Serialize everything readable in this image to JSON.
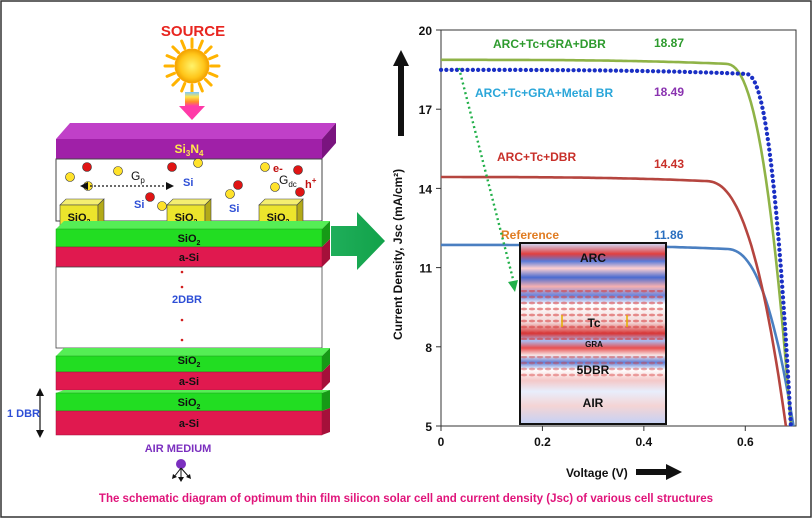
{
  "schematic": {
    "source_label": "SOURCE",
    "top_layer_main": "Si",
    "top_layer_sub": "3",
    "top_layer_main2": "N",
    "top_layer_sub2": "4",
    "gp_main": "G",
    "gp_sub": "p",
    "gdc_main": "G",
    "gdc_sub": "dc",
    "si_label": "Si",
    "electron_label": "e-",
    "hole_label": "h",
    "hole_sup": "+",
    "sio2_main": "SiO",
    "sio2_sub": "2",
    "asi_label": "a-Si",
    "dbr2_label": "2DBR",
    "dbr1_label": "1 DBR",
    "air_medium_label": "AIR MEDIUM",
    "colors": {
      "si3n4": "#a020a8",
      "sio2_layer": "#22dd22",
      "asi_layer": "#e0194f",
      "sio2_block": "#ece42c",
      "source": "#e8251f",
      "label_blue": "#2e4fd6",
      "air_medium": "#7b2fbf"
    }
  },
  "chart_data": {
    "type": "line",
    "xlabel": "Voltage (V)",
    "ylabel": "Current Density, Jsc (mA/cm²)",
    "xlim": [
      0,
      0.7
    ],
    "ylim": [
      5,
      20
    ],
    "xticks": [
      "0",
      "0.2",
      "0.4",
      "0.6"
    ],
    "yticks": [
      "5",
      "8",
      "11",
      "14",
      "17",
      "20"
    ],
    "series": [
      {
        "name": "ARC+Tc+GRA+DBR",
        "jsc": 18.87,
        "value_label": "18.87",
        "color": "#8fb347",
        "label_color": "#2e9b2e",
        "value_color": "#2e9b2e",
        "style": "solid",
        "voc": 0.69,
        "knee": 0.56
      },
      {
        "name": "ARC+Tc+GRA+Metal BR",
        "jsc": 18.49,
        "value_label": "18.49",
        "color": "#1a2fc4",
        "label_color": "#2aa6d9",
        "value_color": "#8a33b0",
        "style": "dotted",
        "voc": 0.69,
        "knee": 0.6
      },
      {
        "name": "ARC+Tc+DBR",
        "jsc": 14.43,
        "value_label": "14.43",
        "color": "#b5453f",
        "label_color": "#c8302a",
        "value_color": "#c8302a",
        "style": "solid",
        "voc": 0.68,
        "knee": 0.52
      },
      {
        "name": "Reference",
        "jsc": 11.86,
        "value_label": "11.86",
        "color": "#4a7fc1",
        "label_color": "#e07c22",
        "value_color": "#2a6fc0",
        "style": "solid",
        "voc": 0.695,
        "knee": 0.56
      }
    ]
  },
  "inset": {
    "arc": "ARC",
    "tc": "Tc",
    "gra": "GRA",
    "dbr": "5DBR",
    "air": "AIR"
  },
  "caption": "The schematic diagram of optimum thin film silicon solar cell and current density (Jsc) of various cell structures"
}
